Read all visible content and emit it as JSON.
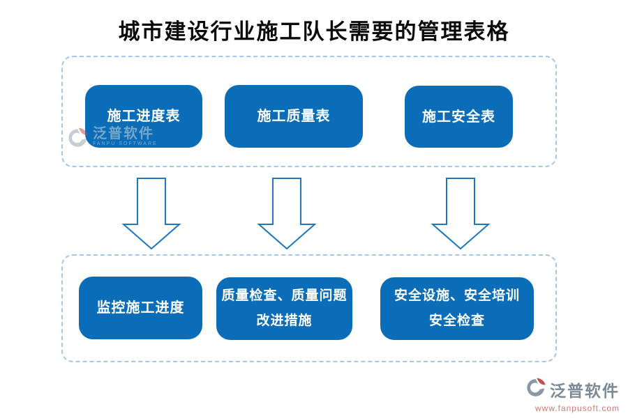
{
  "title": "城市建设行业施工队长需要的管理表格",
  "top_group": {
    "items": [
      {
        "label": "施工进度表"
      },
      {
        "label": "施工质量表"
      },
      {
        "label": "施工安全表"
      }
    ]
  },
  "bottom_group": {
    "items": [
      {
        "line1": "监控施工进度"
      },
      {
        "line1": "质量检查、质量问题",
        "line2": "改进措施"
      },
      {
        "line1": "安全设施、安全培训",
        "line2": "安全检查"
      }
    ]
  },
  "watermark_left": {
    "brand": "泛普软件",
    "subtitle": "FANPU SOFTWARE"
  },
  "watermark_right": {
    "brand": "泛普软件",
    "url": "www.fanpusoft.com"
  },
  "colors": {
    "card_blue": "#0b6db7",
    "arrow_blue": "#1e76bc",
    "dashed_border_blue": "#a3c6e9",
    "card_text": "#ffffff",
    "title_text": "#0a0a0a",
    "brand_gray": "#7b8a97",
    "brand_red": "#c0504d",
    "url_salmon": "#c87b72"
  }
}
